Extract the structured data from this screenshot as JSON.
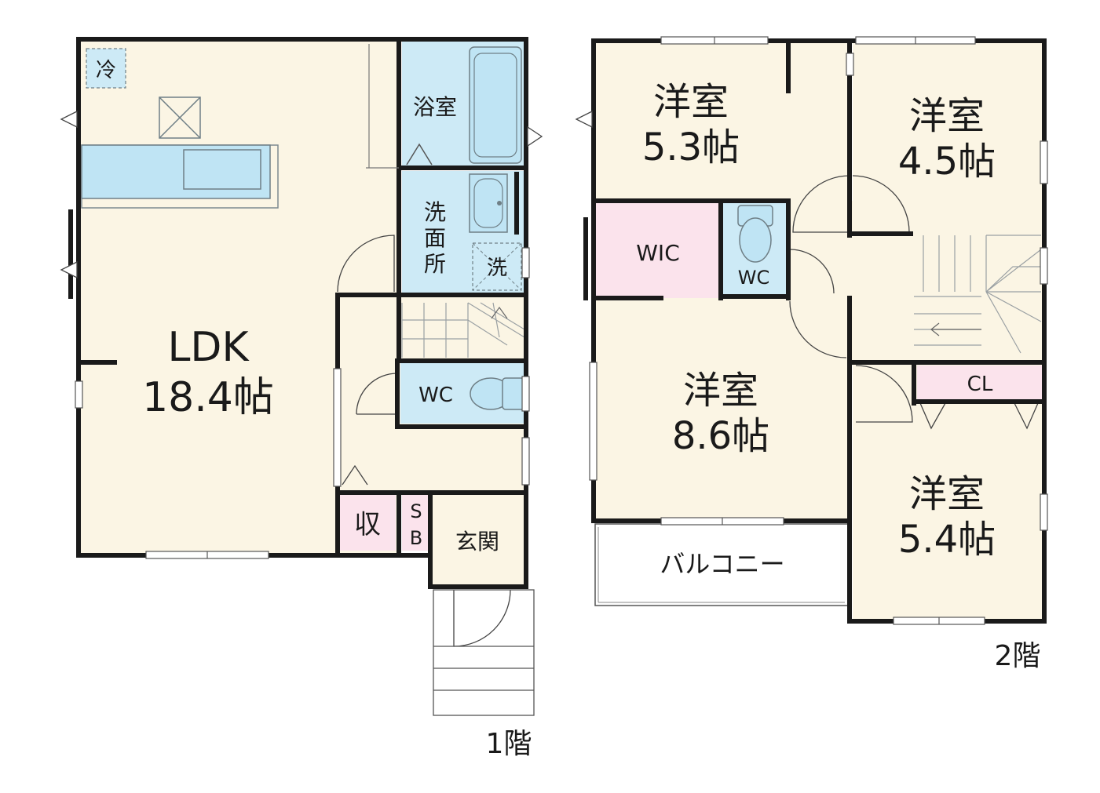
{
  "colors": {
    "living": "#fbf5e4",
    "wet": "#cdeaf6",
    "storage": "#fbe3ec",
    "wall": "#1a1a1a",
    "fixture_fill": "#bfe4f4",
    "fixture_line": "#6f7f86",
    "balcony": "#ffffff"
  },
  "floor1": {
    "caption": "1階",
    "rooms": {
      "ldk_name": "LDK",
      "ldk_size": "18.4帖",
      "bath": "浴室",
      "washroom_line1": "洗",
      "washroom_line2": "面",
      "washroom_line3": "所",
      "washer": "洗",
      "fridge": "冷",
      "wc": "WC",
      "storage": "収",
      "shoebox_line1": "S",
      "shoebox_line2": "B",
      "entrance": "玄関"
    }
  },
  "floor2": {
    "caption": "2階",
    "rooms": {
      "room_a_name": "洋室",
      "room_a_size": "5.3帖",
      "room_b_name": "洋室",
      "room_b_size": "4.5帖",
      "room_c_name": "洋室",
      "room_c_size": "8.6帖",
      "room_d_name": "洋室",
      "room_d_size": "5.4帖",
      "wic": "WIC",
      "wc": "WC",
      "closet": "CL",
      "balcony": "バルコニー"
    }
  }
}
